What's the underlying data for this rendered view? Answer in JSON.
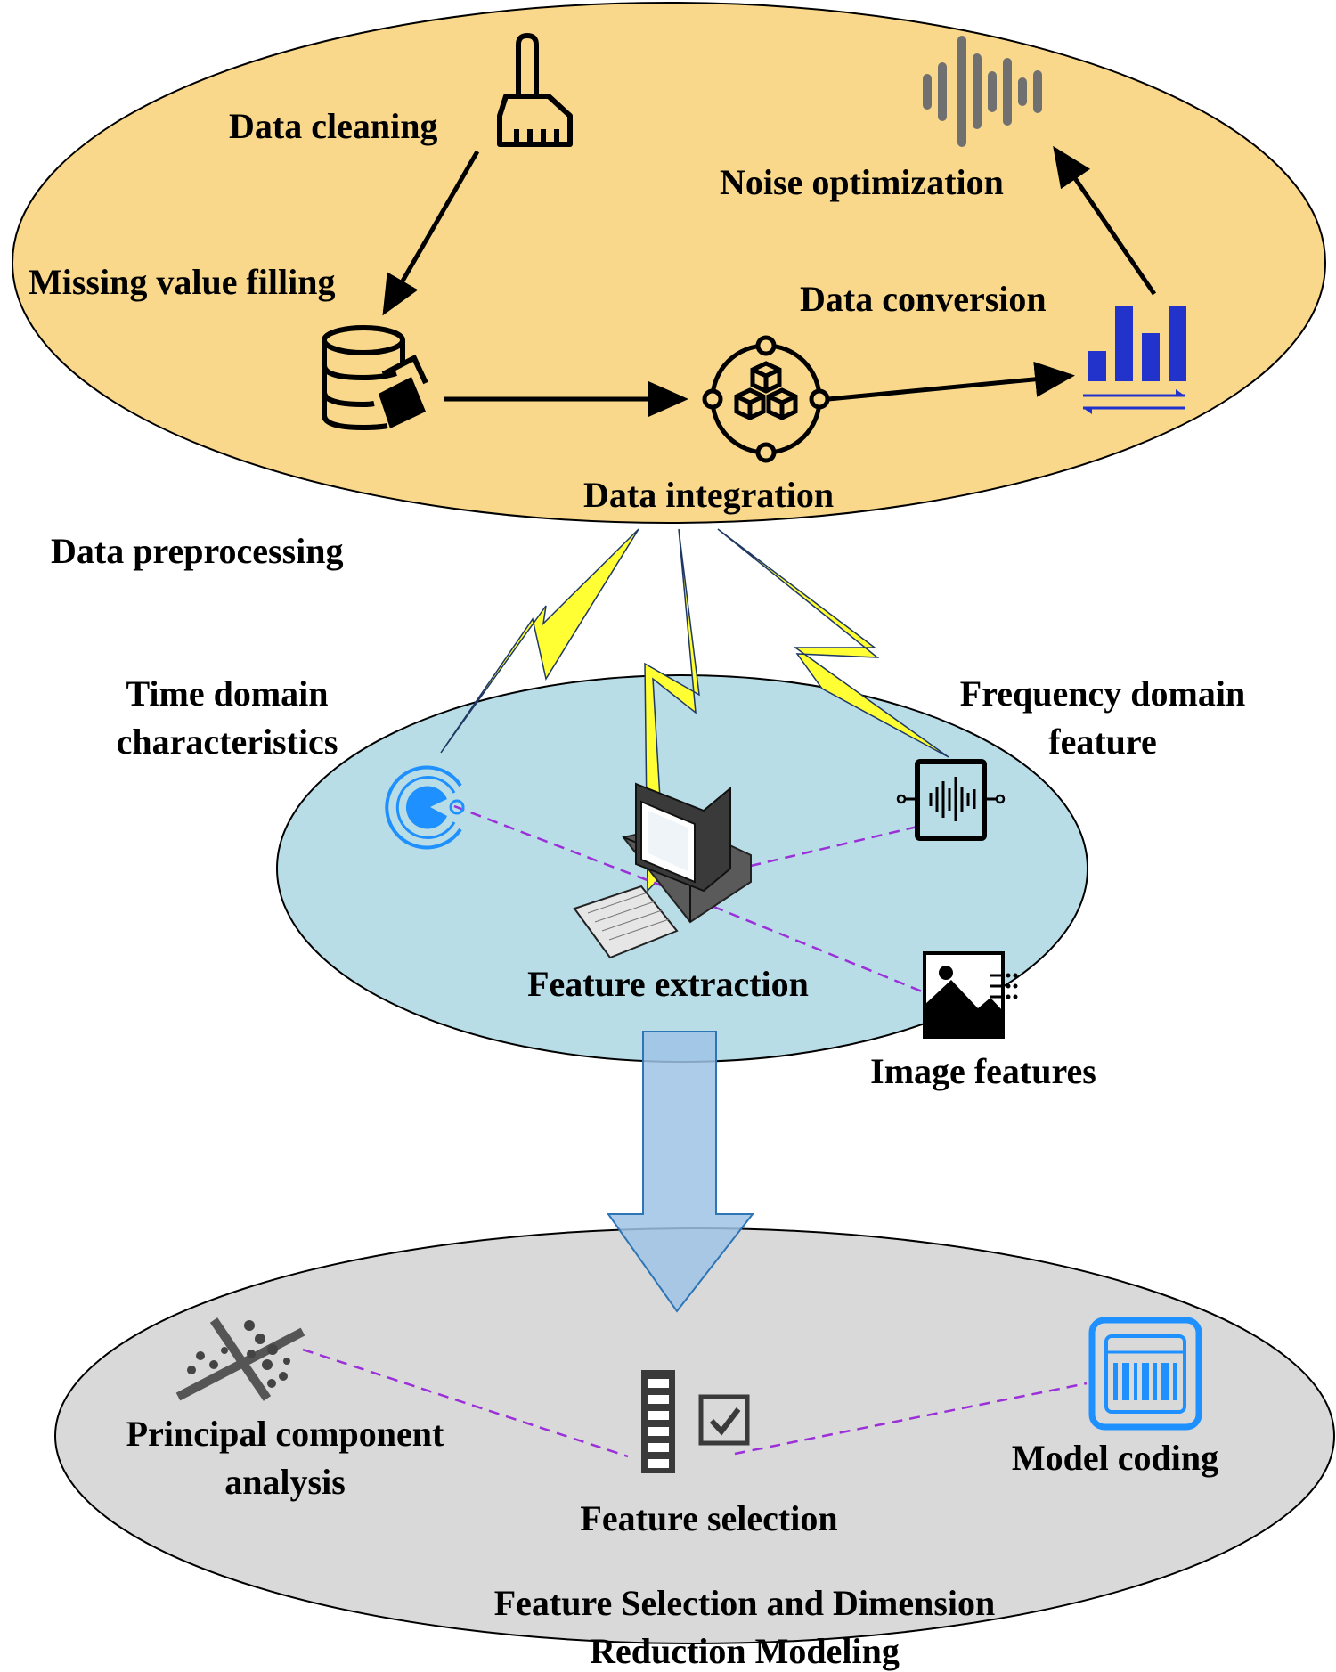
{
  "colors": {
    "preprocessing_fill": "#F9D88C",
    "extraction_fill": "#B8DDE7",
    "selection_fill": "#D9D9D9",
    "big_arrow_fill": "#9DC3E6",
    "lightning_fill": "#FFFF33",
    "dashed_line": "#9B30D9",
    "icon_blue": "#1E90FF",
    "bar_blue": "#2233CC"
  },
  "preprocessing": {
    "section_label": "Data preprocessing",
    "data_cleaning": "Data cleaning",
    "missing_value_filling": "Missing value filling",
    "data_integration": "Data integration",
    "data_conversion": "Data conversion",
    "noise_optimization": "Noise optimization"
  },
  "extraction": {
    "time_domain_line1": "Time domain",
    "time_domain_line2": "characteristics",
    "frequency_domain_line1": "Frequency domain",
    "frequency_domain_line2": "feature",
    "feature_extraction": "Feature extraction",
    "image_features": "Image features"
  },
  "selection": {
    "pca_line1": "Principal component",
    "pca_line2": "analysis",
    "feature_selection": "Feature selection",
    "model_coding": "Model coding",
    "section_label_line1": "Feature Selection and Dimension",
    "section_label_line2": "Reduction Modeling"
  },
  "icons": [
    "broom-icon",
    "database-fill-icon",
    "cubes-integration-icon",
    "bar-chart-conversion-icon",
    "sound-wave-icon",
    "time-domain-icon",
    "computer-icon",
    "frequency-domain-icon",
    "image-icon",
    "pca-scatter-icon",
    "feature-selection-icon",
    "model-coding-icon"
  ]
}
